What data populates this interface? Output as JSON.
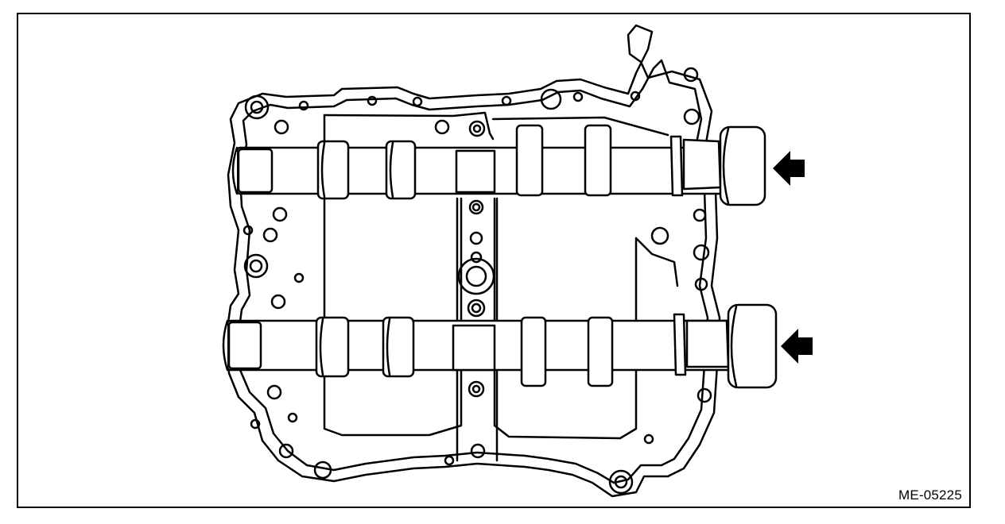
{
  "figure": {
    "id_label": "ME-05225"
  },
  "colors": {
    "line": "#000000",
    "background": "#ffffff"
  },
  "components": {
    "camshafts": [
      "upper-camshaft",
      "lower-camshaft"
    ],
    "arrows": [
      "upper-arrow-icon",
      "lower-arrow-icon"
    ],
    "housing": "camshaft-carrier-housing"
  }
}
